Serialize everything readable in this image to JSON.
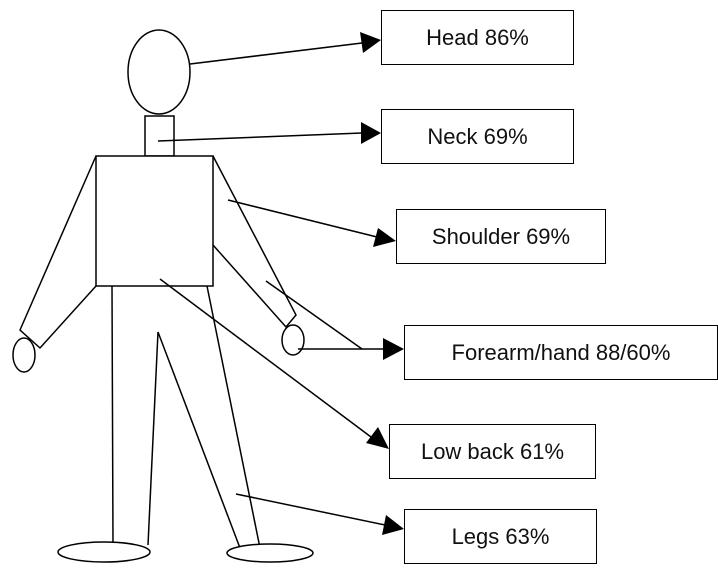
{
  "labels": {
    "head": "Head 86%",
    "neck": "Neck 69%",
    "shoulder": "Shoulder 69%",
    "forearm_hand": "Forearm/hand 88/60%",
    "low_back": "Low back 61%",
    "legs": "Legs 63%"
  },
  "colors": {
    "stroke": "#000000",
    "background": "#ffffff"
  }
}
